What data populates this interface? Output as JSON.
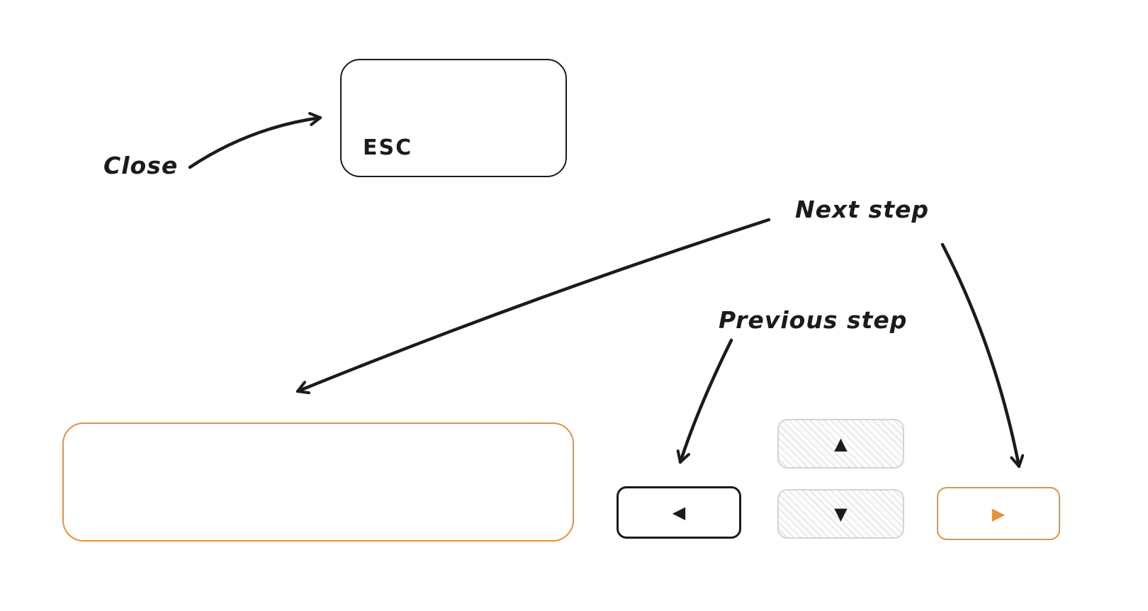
{
  "diagram": {
    "labels": {
      "close": "Close",
      "next_step": "Next step",
      "previous_step": "Previous step"
    },
    "keys": {
      "esc": {
        "label": "ESC"
      },
      "spacebar": {
        "label": ""
      },
      "left": {
        "glyph": "◀"
      },
      "up": {
        "glyph": "▲"
      },
      "down": {
        "glyph": "▼"
      },
      "right": {
        "glyph": "▶"
      }
    },
    "colors": {
      "background": "#ffffff",
      "ink": "#1b1b1b",
      "accent_orange": "#e8913c",
      "disabled_gray": "#d0d4d9"
    }
  }
}
